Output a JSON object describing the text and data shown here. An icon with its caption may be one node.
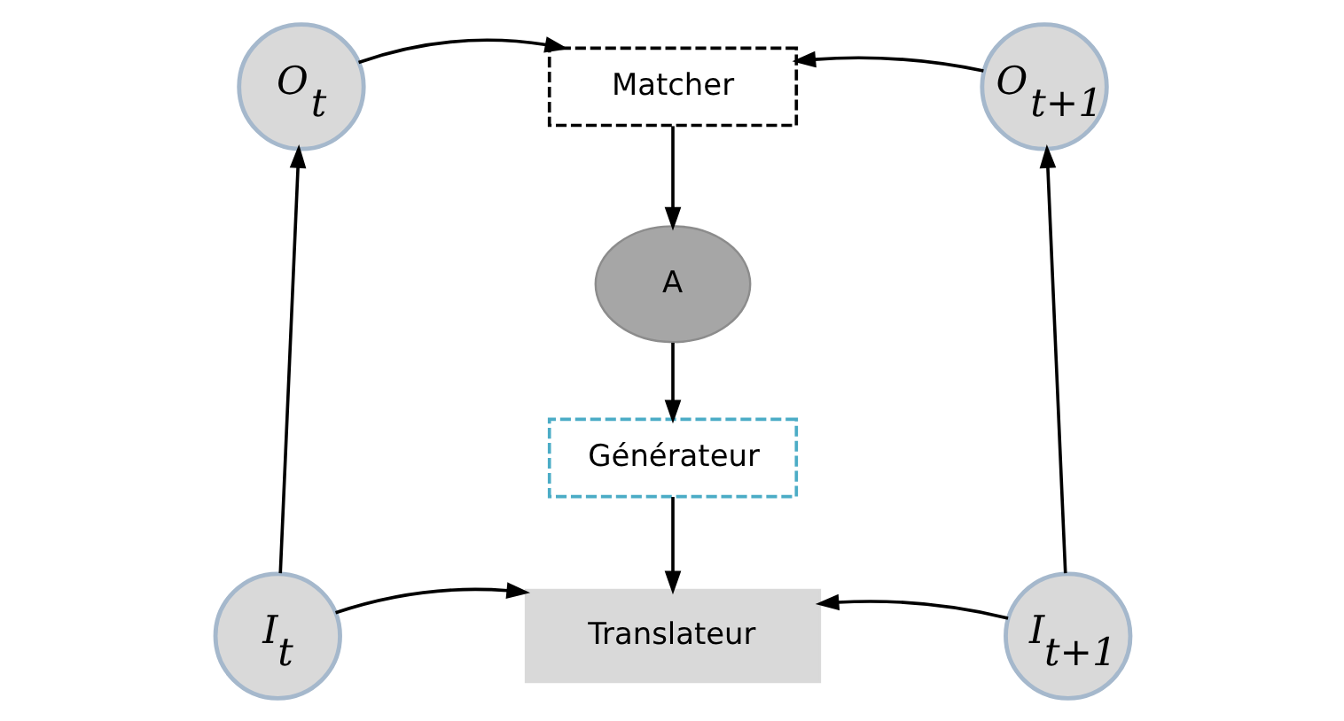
{
  "diagram": {
    "nodes": [
      {
        "text": [
          "O$_{t}$"
        ]
      },
      {
        "text": [
          "Matcher"
        ]
      },
      {
        "text": [
          "O$_{t+1}$"
        ]
      },
      {
        "text": [
          "A"
        ]
      },
      {
        "text": [
          "Générateur"
        ]
      },
      {
        "text": [
          "I$_{t}$"
        ]
      },
      {
        "text": [
          "Translateur"
        ]
      },
      {
        "text": [
          "I$_{t+1}$"
        ]
      }
    ],
    "edges": [
      {
        "from": 0,
        "to": 1,
        "arrow": "to"
      },
      {
        "from": 2,
        "to": 1,
        "arrow": "to"
      },
      {
        "from": 1,
        "to": 3,
        "arrow": "to"
      },
      {
        "from": 3,
        "to": 4,
        "arrow": "to"
      },
      {
        "from": 4,
        "to": 6,
        "arrow": "to"
      },
      {
        "from": 5,
        "to": 6,
        "arrow": "to"
      },
      {
        "from": 7,
        "to": 6,
        "arrow": "to"
      },
      {
        "from": 5,
        "to": 0,
        "arrow": "to"
      },
      {
        "from": 7,
        "to": 2,
        "arrow": "to"
      }
    ]
  }
}
